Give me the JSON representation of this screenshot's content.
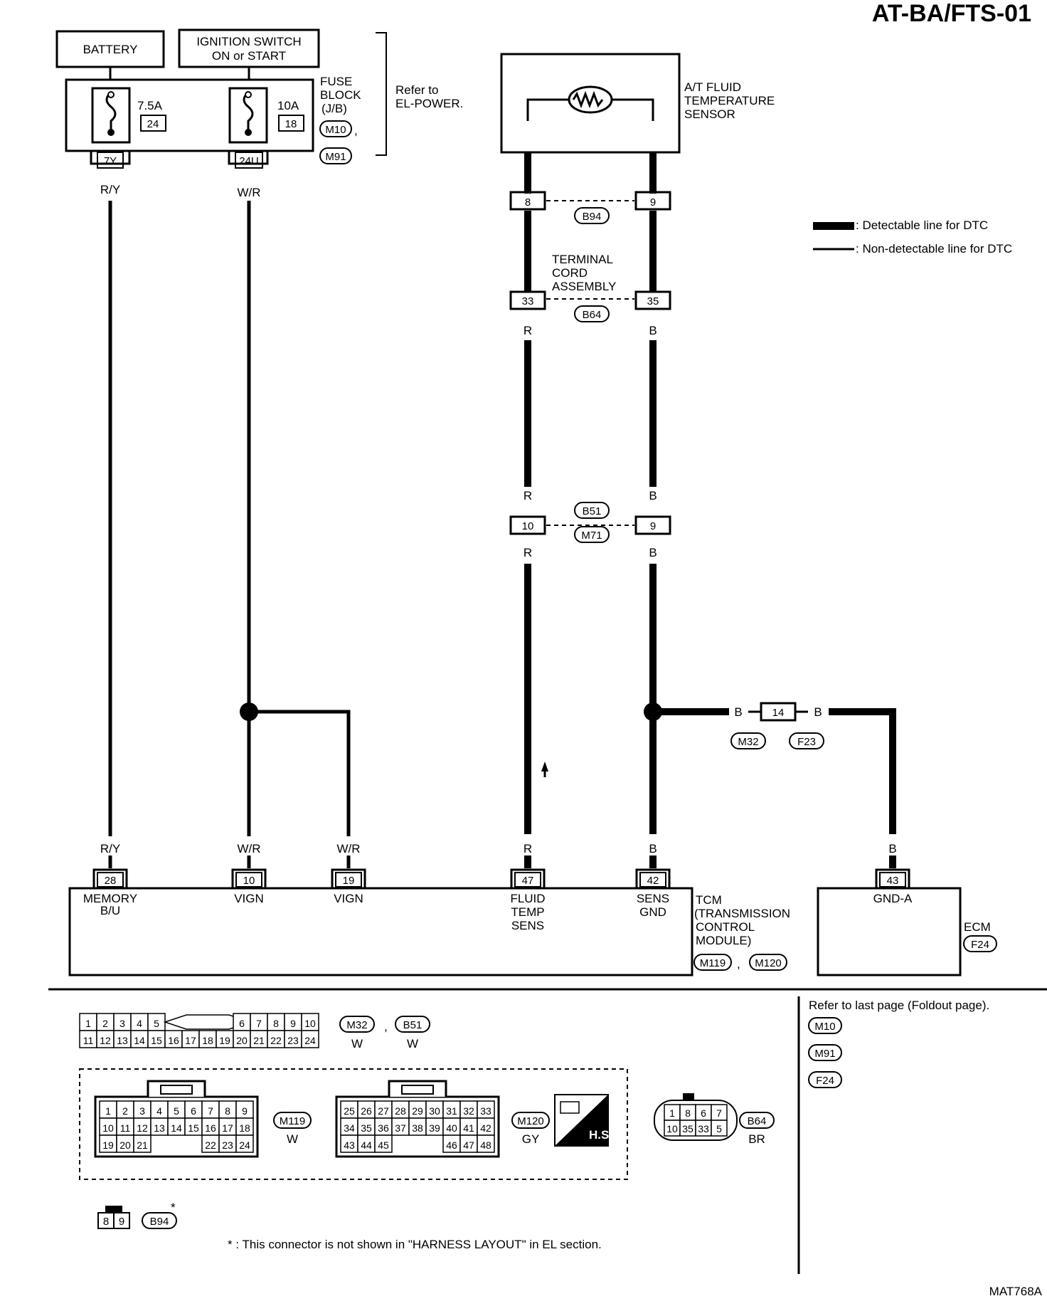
{
  "page_title": "AT-BA/FTS-01",
  "figure_id": "MAT768A",
  "power": {
    "battery": "BATTERY",
    "ignition_line1": "IGNITION SWITCH",
    "ignition_line2": "ON or START",
    "fuse1_amp": "7.5A",
    "fuse1_num": "24",
    "fuse2_amp": "10A",
    "fuse2_num": "18",
    "fuse_block_l1": "FUSE",
    "fuse_block_l2": "BLOCK",
    "fuse_block_l3": "(J/B)",
    "fuse_conn1": "M10",
    "fuse_conn2": "M91",
    "out1": "7Y",
    "out2": "24U",
    "refer_l1": "Refer to",
    "refer_l2": "EL-POWER."
  },
  "sensor": {
    "line1": "A/T FLUID",
    "line2": "TEMPERATURE",
    "line3": "SENSOR"
  },
  "legend": {
    "detectable": ": Detectable line for DTC",
    "non_detectable": ": Non-detectable line for DTC"
  },
  "connectors": {
    "b94": {
      "id": "B94",
      "left": "8",
      "right": "9"
    },
    "b64": {
      "id": "B64",
      "left": "33",
      "right": "35",
      "label_l1": "TERMINAL",
      "label_l2": "CORD",
      "label_l3": "ASSEMBLY"
    },
    "b51": {
      "id1": "B51",
      "id2": "M71",
      "left": "10",
      "right": "9"
    },
    "m32": {
      "id1": "M32",
      "id2": "F23",
      "pin": "14"
    }
  },
  "wire_colors": {
    "ry": "R/Y",
    "wr": "W/R",
    "r": "R",
    "b": "B"
  },
  "tcm": {
    "pins": [
      "28",
      "10",
      "19",
      "47",
      "42"
    ],
    "p28_l1": "MEMORY",
    "p28_l2": "B/U",
    "p10": "VIGN",
    "p19": "VIGN",
    "p47_l1": "FLUID",
    "p47_l2": "TEMP",
    "p47_l3": "SENS",
    "p42_l1": "SENS",
    "p42_l2": "GND",
    "name_l1": "TCM",
    "name_l2": "(TRANSMISSION",
    "name_l3": "CONTROL",
    "name_l4": "MODULE)",
    "conn1": "M119",
    "conn2": "M120"
  },
  "ecm": {
    "pin": "43",
    "pin_name": "GND-A",
    "name": "ECM",
    "conn": "F24"
  },
  "bottom": {
    "m32_row1": [
      "1",
      "2",
      "3",
      "4",
      "5",
      "6",
      "7",
      "8",
      "9",
      "10"
    ],
    "m32_row2": [
      "11",
      "12",
      "13",
      "14",
      "15",
      "16",
      "17",
      "18",
      "19",
      "20",
      "21",
      "22",
      "23",
      "24"
    ],
    "m32_id": "M32",
    "b51_id": "B51",
    "m32_color": "W",
    "b51_color": "W",
    "m119_rows": [
      [
        "1",
        "2",
        "3",
        "4",
        "5",
        "6",
        "7",
        "8",
        "9"
      ],
      [
        "10",
        "11",
        "12",
        "13",
        "14",
        "15",
        "16",
        "17",
        "18"
      ],
      [
        "19",
        "20",
        "21",
        "22",
        "23",
        "24"
      ]
    ],
    "m119_id": "M119",
    "m119_color": "W",
    "m120_rows": [
      [
        "25",
        "26",
        "27",
        "28",
        "29",
        "30",
        "31",
        "32",
        "33"
      ],
      [
        "34",
        "35",
        "36",
        "37",
        "38",
        "39",
        "40",
        "41",
        "42"
      ],
      [
        "43",
        "44",
        "45",
        "46",
        "47",
        "48"
      ]
    ],
    "m120_id": "M120",
    "m120_color": "GY",
    "hs": "H.S.",
    "b64_row1": [
      "1",
      "8",
      "6",
      "7"
    ],
    "b64_row2": [
      "10",
      "35",
      "33",
      "5"
    ],
    "b64_id": "B64",
    "b64_color": "BR",
    "b94_pins": [
      "8",
      "9"
    ],
    "b94_id": "B94",
    "b94_star": "*",
    "note": "* : This connector is not shown in \"HARNESS LAYOUT\" in EL section.",
    "refer_foldout": "Refer to last page (Foldout page).",
    "foldout_conns": [
      "M10",
      "M91",
      "F24"
    ]
  }
}
